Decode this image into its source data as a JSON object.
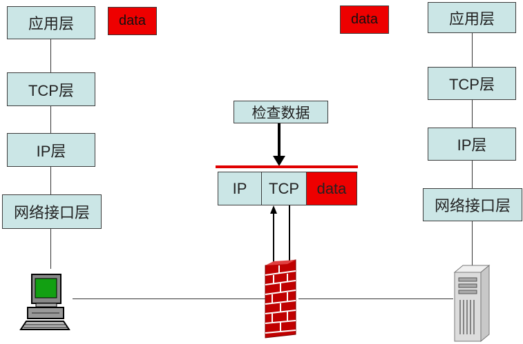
{
  "left_stack": {
    "app_layer": "应用层",
    "tcp_layer": "TCP层",
    "ip_layer": "IP层",
    "net_layer": "网络接口层",
    "data_label": "data"
  },
  "right_stack": {
    "app_layer": "应用层",
    "tcp_layer": "TCP层",
    "ip_layer": "IP层",
    "net_layer": "网络接口层",
    "data_label": "data"
  },
  "firewall": {
    "inspect_label": "检查数据",
    "packet": {
      "ip": "IP",
      "tcp": "TCP",
      "data": "data"
    }
  },
  "colors": {
    "layer_fill": "#cbe6e6",
    "data_fill": "#ee0000",
    "firewall_line": "#e00000",
    "brick": "#c00000"
  },
  "icons": {
    "client": "computer-icon",
    "server": "server-icon",
    "firewall": "firewall-icon"
  }
}
